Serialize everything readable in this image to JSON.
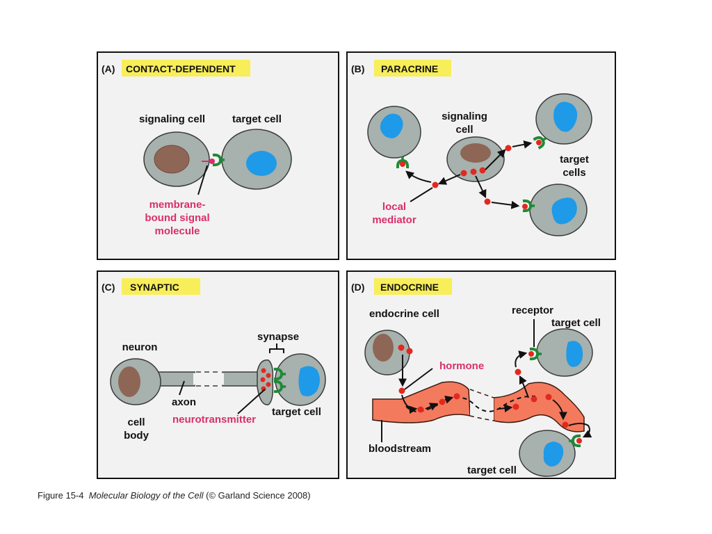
{
  "panels": {
    "a": {
      "letter": "(A)",
      "title": "CONTACT-DEPENDENT",
      "labels": {
        "signaling_cell": "signaling cell",
        "target_cell": "target cell",
        "signal": [
          "membrane-",
          "bound signal",
          "molecule"
        ]
      }
    },
    "b": {
      "letter": "(B)",
      "title": "PARACRINE",
      "labels": {
        "signaling_cell": [
          "signaling",
          "cell"
        ],
        "target_cells": [
          "target",
          "cells"
        ],
        "mediator": [
          "local",
          "mediator"
        ]
      }
    },
    "c": {
      "letter": "(C)",
      "title": "SYNAPTIC",
      "labels": {
        "neuron": "neuron",
        "cell_body": [
          "cell",
          "body"
        ],
        "axon": "axon",
        "synapse": "synapse",
        "target_cell": "target cell",
        "neurotransmitter": "neurotransmitter"
      }
    },
    "d": {
      "letter": "(D)",
      "title": "ENDOCRINE",
      "labels": {
        "endocrine_cell": "endocrine cell",
        "receptor": "receptor",
        "target_cell_top": "target cell",
        "hormone": "hormone",
        "bloodstream": "bloodstream",
        "target_cell_bottom": "target cell"
      }
    }
  },
  "caption": {
    "prefix": "Figure 15-4",
    "book": "Molecular Biology of the Cell",
    "suffix": "(© Garland Science 2008)"
  },
  "colors": {
    "cell": "#a7b1ad",
    "nucleus_brown": "#8e6656",
    "nucleus_blue": "#1e9ae8",
    "receptor": "#1e8a37",
    "signal": "#e3281f",
    "pink_text": "#d92f6b",
    "tag_bg": "#f8ee5a",
    "blood": "#f47a5e"
  }
}
